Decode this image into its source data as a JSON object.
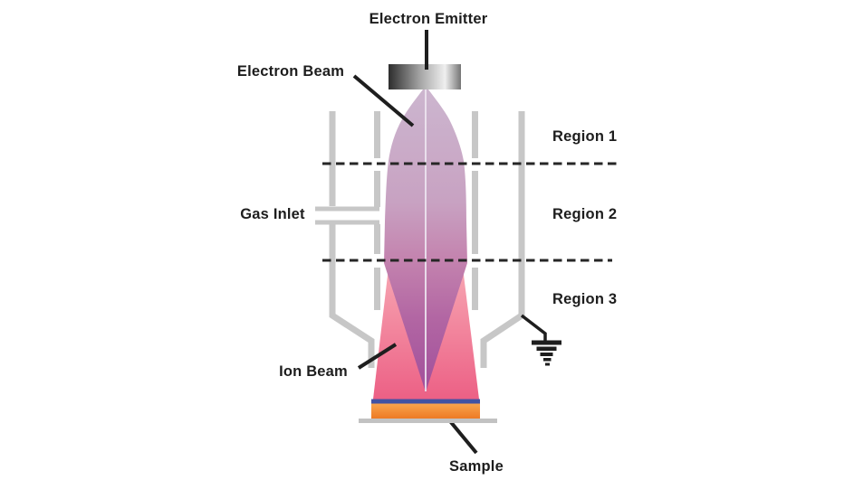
{
  "diagram": {
    "labels": {
      "electron_emitter": "Electron Emitter",
      "electron_beam": "Electron Beam",
      "gas_inlet": "Gas Inlet",
      "ion_beam": "Ion Beam",
      "sample": "Sample"
    },
    "regions": [
      "Region 1",
      "Region 2",
      "Region 3"
    ]
  },
  "colors": {
    "electrode_gray": "#c7c7c7",
    "dash_black": "#262626",
    "pointer_black": "#1e1e1e",
    "text_black": "#1d1d1d",
    "beam_top_purple": "#ccb6cf",
    "beam_mid_mauve": "#c8a2c2",
    "beam_magenta": "#c484af",
    "beam_deep_purple": "#b266a3",
    "beam_tip_purple": "#a14f9b",
    "ion_pink_light": "#f7a6b2",
    "ion_pink_deep": "#ec6085",
    "beam_center_line": "#ede5f0",
    "emitter_edge_dark": "#2d2d2d",
    "emitter_mid_gray": "#a8a8a8",
    "emitter_highlight": "#efefef",
    "emitter_right_gray": "#757575",
    "sample_blue": "#4152a3",
    "sample_orange_light": "#f9a54e",
    "sample_orange_deep": "#ed7a24",
    "stage_gray": "#c2c2c2"
  }
}
